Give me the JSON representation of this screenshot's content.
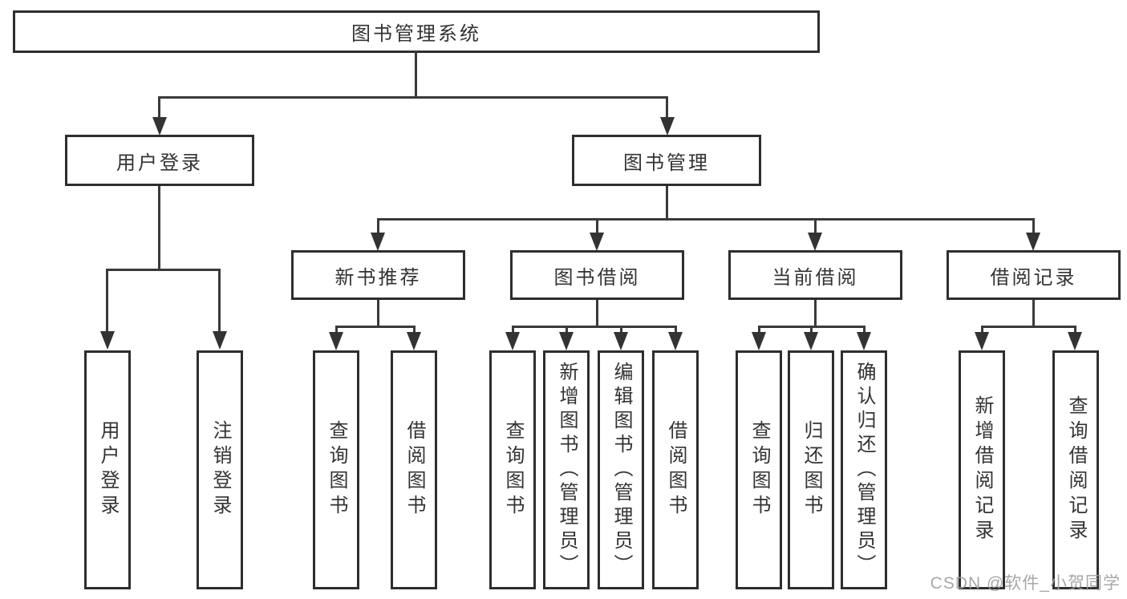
{
  "diagram": {
    "type": "hierarchy-tree",
    "colors": {
      "line": "#3a3a3a",
      "border": "#2e2e2e",
      "text": "#333333",
      "background": "#ffffff",
      "watermark": "#9e9e9e"
    },
    "nodes": {
      "root": {
        "label": "图书管理系统",
        "level": 0
      },
      "user_login": {
        "label": "用户登录",
        "level": 1,
        "parent": "root"
      },
      "book_mgmt": {
        "label": "图书管理",
        "level": 1,
        "parent": "root"
      },
      "new_book_rec": {
        "label": "新书推荐",
        "level": 2,
        "parent": "book_mgmt"
      },
      "book_borrow": {
        "label": "图书借阅",
        "level": 2,
        "parent": "book_mgmt"
      },
      "current_borrow": {
        "label": "当前借阅",
        "level": 2,
        "parent": "book_mgmt"
      },
      "borrow_record": {
        "label": "借阅记录",
        "level": 2,
        "parent": "book_mgmt"
      },
      "leaf_user_login": {
        "label": "用户登录",
        "level": 3,
        "parent": "user_login"
      },
      "leaf_logout": {
        "label": "注销登录",
        "level": 3,
        "parent": "user_login"
      },
      "leaf_query_book_rec": {
        "label": "查询图书",
        "level": 3,
        "parent": "new_book_rec"
      },
      "leaf_borrow_book_rec": {
        "label": "借阅图书",
        "level": 3,
        "parent": "new_book_rec"
      },
      "leaf_query_book_borrow": {
        "label": "查询图书",
        "level": 3,
        "parent": "book_borrow"
      },
      "leaf_add_book": {
        "label": "新增图书（管理员）",
        "level": 3,
        "parent": "book_borrow"
      },
      "leaf_edit_book": {
        "label": "编辑图书（管理员）",
        "level": 3,
        "parent": "book_borrow"
      },
      "leaf_borrow_book": {
        "label": "借阅图书",
        "level": 3,
        "parent": "book_borrow"
      },
      "leaf_query_book_cur": {
        "label": "查询图书",
        "level": 3,
        "parent": "current_borrow"
      },
      "leaf_return_book": {
        "label": "归还图书",
        "level": 3,
        "parent": "current_borrow"
      },
      "leaf_confirm_return": {
        "label": "确认归还（管理员）",
        "level": 3,
        "parent": "current_borrow"
      },
      "leaf_add_record": {
        "label": "新增借阅记录",
        "level": 3,
        "parent": "borrow_record"
      },
      "leaf_query_record": {
        "label": "查询借阅记录",
        "level": 3,
        "parent": "borrow_record"
      }
    },
    "watermark": "CSDN @软件_小贺同学"
  }
}
